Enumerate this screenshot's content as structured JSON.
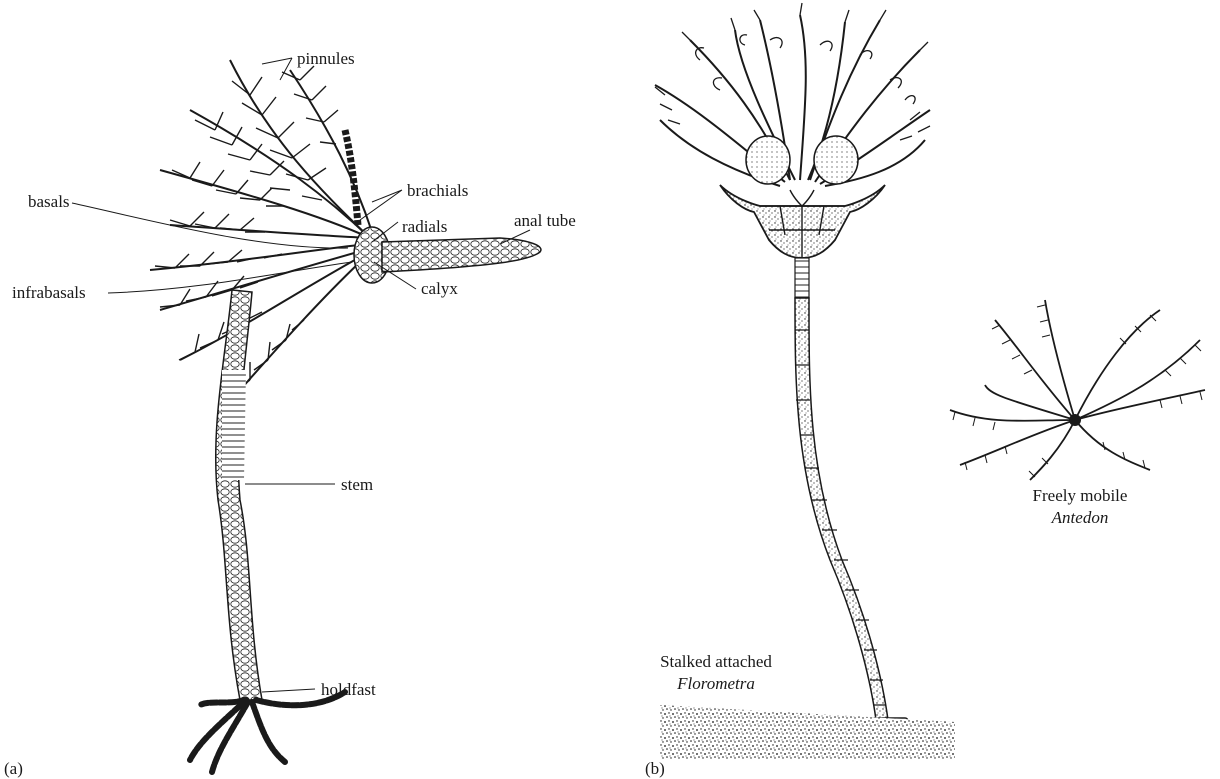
{
  "panel_a": {
    "panel_label": "(a)",
    "labels": {
      "pinnules": "pinnules",
      "brachials": "brachials",
      "basals": "basals",
      "radials": "radials",
      "anal_tube": "anal tube",
      "infrabasals": "infrabasals",
      "calyx": "calyx",
      "stem": "stem",
      "holdfast": "holdfast"
    }
  },
  "panel_b": {
    "panel_label": "(b)",
    "stalked": {
      "caption": "Stalked attached",
      "genus": "Florometra"
    },
    "free": {
      "caption": "Freely mobile",
      "genus": "Antedon"
    }
  }
}
